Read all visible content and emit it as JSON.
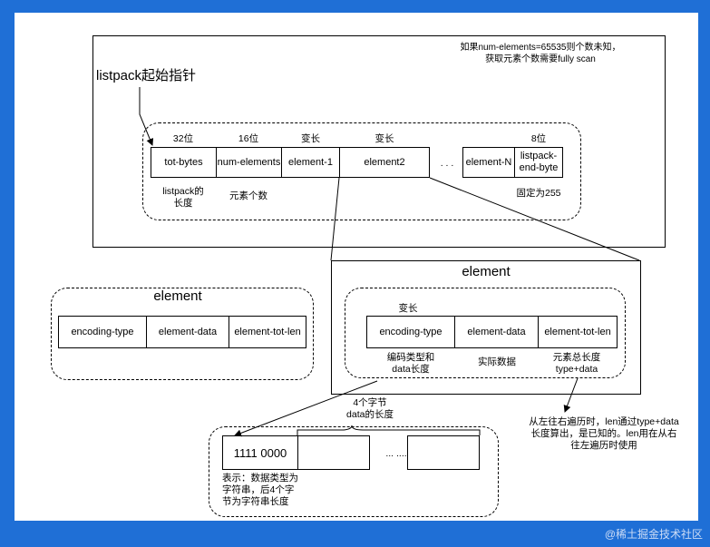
{
  "top": {
    "note": "如果num-elements=65535则个数未知，\n获取元素个数需要fully scan",
    "pointer_label": "listpack起始指针",
    "widths": [
      "32位",
      "16位",
      "变长",
      "变长",
      "8位"
    ],
    "cells": [
      "tot-bytes",
      "num-elements",
      "element-1",
      "element2",
      "element-N",
      "listpack-\nend-byte"
    ],
    "ellipsis": ". . .",
    "desc_totbytes": "listpack的\n长度",
    "desc_num": "元素个数",
    "desc_end": "固定为255"
  },
  "element_left": {
    "title": "element",
    "cells": [
      "encoding-type",
      "element-data",
      "element-tot-len"
    ]
  },
  "element_right": {
    "title": "element",
    "width_label": "变长",
    "cells": [
      "encoding-type",
      "element-data",
      "element-tot-len"
    ],
    "desc_encoding": "编码类型和\ndata长度",
    "desc_data": "实际数据",
    "desc_totlen": "元素总长度\ntype+data"
  },
  "totlen_note": "从左往右遍历时，len通过type+data\n长度算出，是已知的。len用在从右\n往左遍历时使用",
  "bytes": {
    "brace_label": "4个字节\ndata的长度",
    "first_cell": "1111 0000",
    "ellipsis": "... ....",
    "desc": "表示：数据类型为\n字符串，后4个字\n节为字符串长度"
  },
  "watermark": "@稀土掘金技术社区"
}
